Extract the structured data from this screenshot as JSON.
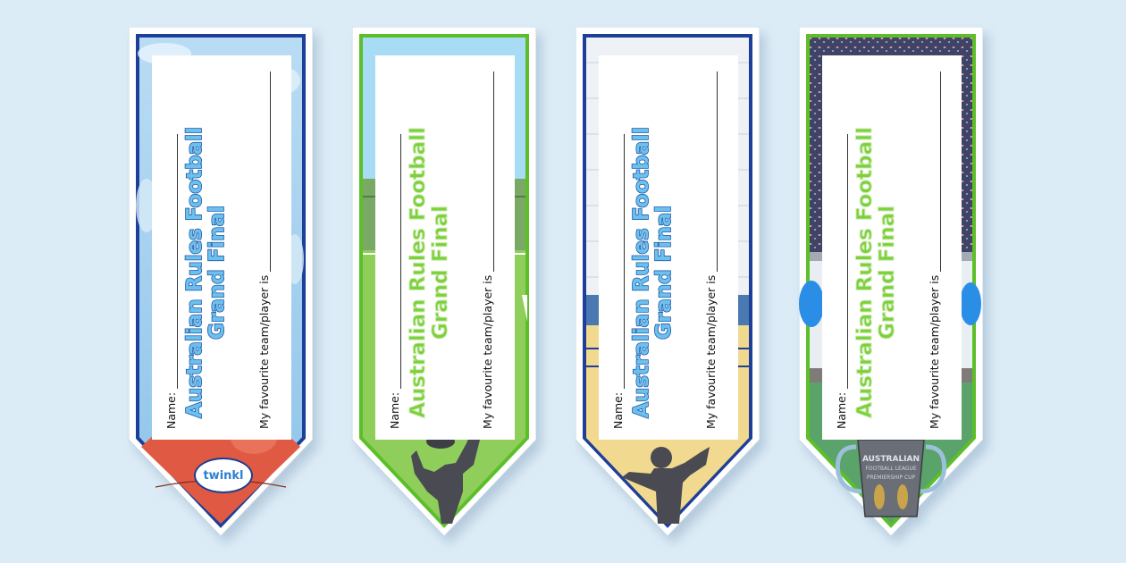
{
  "page": {
    "background_color": "#dcecf7",
    "brand_badge": "twinkl"
  },
  "bookmarks": [
    {
      "theme": "blue-clouds-football",
      "border_color": "#1e3f99",
      "title_line1": "Australian Rules Football",
      "title_line2": "Grand Final",
      "title_color": "#6cc0ee",
      "name_label": "Name:",
      "favourite_label": "My favourite team/player is",
      "bottom_image": "red-football-with-twinkl-logo"
    },
    {
      "theme": "green-field-player-catching",
      "border_color": "#5cbf2a",
      "title_line1": "Australian Rules Football",
      "title_line2": "Grand Final",
      "title_color": "#7ad13a",
      "name_label": "Name:",
      "favourite_label": "My favourite team/player is",
      "bottom_image": "player-silhouette-catching-ball"
    },
    {
      "theme": "blue-court-player",
      "border_color": "#1e3f99",
      "title_line1": "Australian Rules Football",
      "title_line2": "Grand Final",
      "title_color": "#6cc0ee",
      "name_label": "Name:",
      "favourite_label": "My favourite team/player is",
      "bottom_image": "player-silhouette-waving"
    },
    {
      "theme": "green-stadium-crowd-trophy",
      "border_color": "#5cbf2a",
      "title_line1": "Australian Rules Football",
      "title_line2": "Grand Final",
      "title_color": "#7ad13a",
      "name_label": "Name:",
      "favourite_label": "My favourite team/player is",
      "bottom_image": "premiership-cup-trophy",
      "trophy_text": [
        "AUSTRALIAN",
        "FOOTBALL LEAGUE",
        "PREMIERSHIP CUP"
      ]
    }
  ]
}
